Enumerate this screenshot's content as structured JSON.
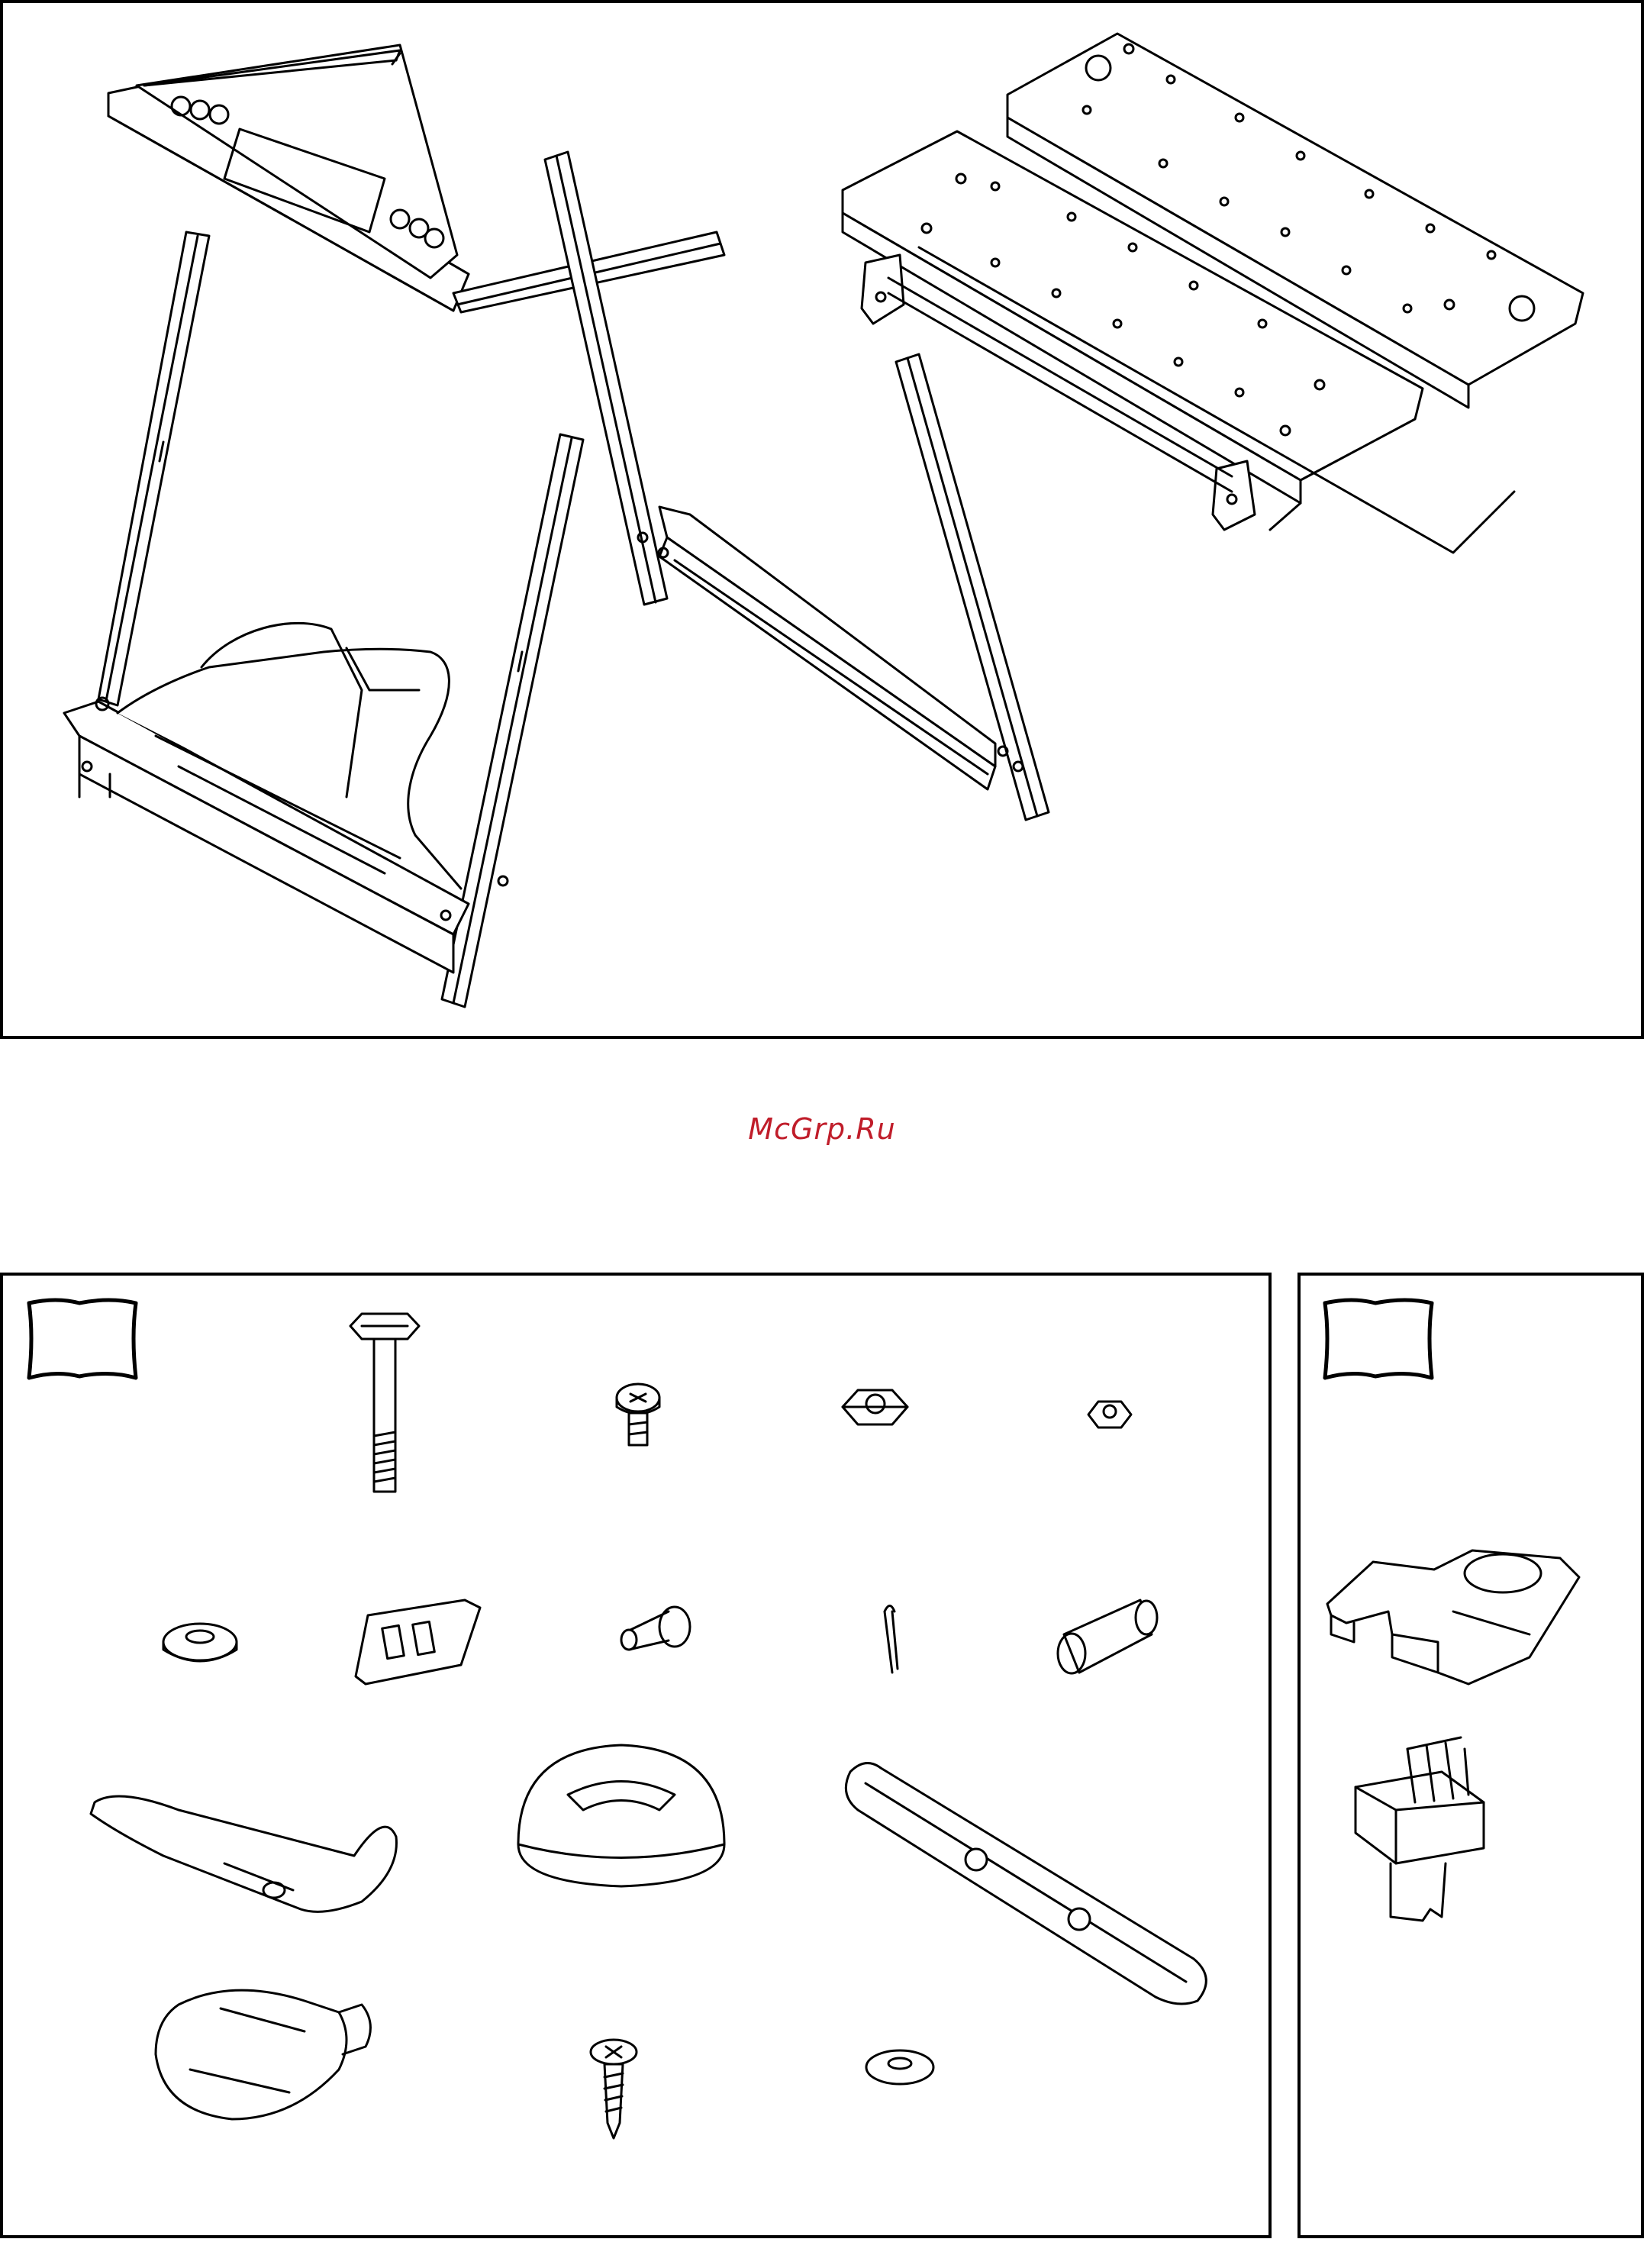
{
  "watermark": {
    "text": "McGrp.Ru",
    "color": "#c01d2a"
  },
  "colors": {
    "line": "#000000",
    "background": "#ffffff"
  },
  "panels": {
    "assembly": {
      "icon": "exploded-workbench-illustration"
    },
    "hardware": {
      "icon": "hardware-bag-illustration"
    },
    "accessories": {
      "icon": "accessory-bag-illustration"
    }
  }
}
